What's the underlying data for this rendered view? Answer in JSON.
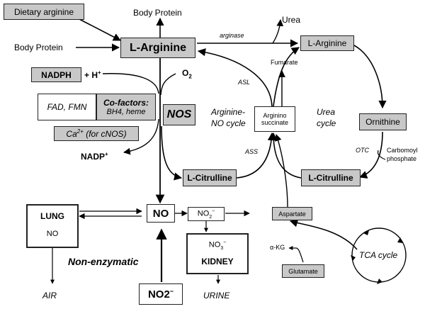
{
  "nodes": {
    "dietary_arginine": "Dietary arginine",
    "body_protein_top": "Body Protein",
    "body_protein_left": "Body Protein",
    "l_arginine_main": "L-Arginine",
    "nadph": "NADPH",
    "h_plus": "+ H",
    "o2": "O",
    "fad_fmn": "FAD, FMN",
    "cofactors_title": "Co-factors:",
    "cofactors_sub": "BH4, heme",
    "nos": "NOS",
    "ca": "Ca",
    "ca_tail": " (for cNOS)",
    "nadp": "NADP",
    "arginine_no_cycle_1": "Arginine-",
    "arginine_no_cycle_2": "NO cycle",
    "argininosuccinate_1": "Arginino",
    "argininosuccinate_2": "succinate",
    "urea_cycle_1": "Urea",
    "urea_cycle_2": "cycle",
    "arginase": "arginase",
    "urea": "Urea",
    "l_arginine_right": "L-Arginine",
    "fumarate": "Fumarate",
    "asl": "ASL",
    "ass": "ASS",
    "ornithine": "Ornithine",
    "otc": "OTC",
    "carbomoyl_1": "Carbomoyl",
    "carbomoyl_2": "phosphate",
    "l_citrulline_left": "L-Citrulline",
    "l_citrulline_right": "L-Citrulline",
    "no_center": "NO",
    "no2_small": "NO",
    "no3": "NO",
    "kidney": "KIDNEY",
    "lung": "LUNG",
    "lung_no": "NO",
    "non_enzymatic": "Non-enzymatic",
    "air": "AIR",
    "no2_bottom": "NO2",
    "urine": "URINE",
    "aspartate": "Aspartate",
    "alpha_kg": "α-KG",
    "glutamate": "Glutamate",
    "tca_cycle": "TCA cycle"
  },
  "colors": {
    "box_fill": "#c8c8c8",
    "box_border": "#222222",
    "line": "#000000"
  }
}
